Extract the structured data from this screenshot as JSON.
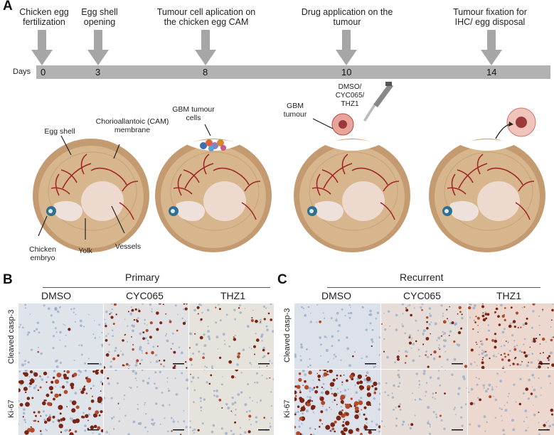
{
  "panel_a": {
    "letter": "A",
    "days_label": "Days",
    "steps": [
      {
        "label": "Chicken egg\nfertilization",
        "day": "0"
      },
      {
        "label": "Egg shell\nopening",
        "day": "3"
      },
      {
        "label": "Tumour cell aplication on\nthe chicken egg CAM",
        "day": "8"
      },
      {
        "label": "Drug application on the\ntumour",
        "day": "10"
      },
      {
        "label": "Tumour fixation for\nIHC/ egg disposal",
        "day": "14"
      }
    ],
    "egg_labels": {
      "egg_shell": "Egg shell",
      "cam": "Chorioallantoic (CAM)\nmembrane",
      "embryo": "Chicken\nembryo",
      "yolk": "Yolk",
      "vessels": "Vessels",
      "gbm_cells": "GBM tumour\ncells",
      "gbm_tumour": "GBM\ntumour",
      "drugs": "DMSO/\nCYC065/\nTHZ1"
    }
  },
  "panel_b": {
    "letter": "B",
    "group": "Primary",
    "columns": [
      "DMSO",
      "CYC065",
      "THZ1"
    ],
    "rows": [
      "Cleaved casp-3",
      "Ki-67"
    ]
  },
  "panel_c": {
    "letter": "C",
    "group": "Recurrent",
    "columns": [
      "DMSO",
      "CYC065",
      "THZ1"
    ],
    "rows": [
      "Cleaved casp-3",
      "Ki-67"
    ]
  },
  "colors": {
    "arrow": "#a6a6a6",
    "day_bar": "#b2b2b2",
    "shell": "#c9a57e",
    "shell_inner": "#d8b892",
    "vessel": "#a0282a",
    "yolk": "#f0dcd0",
    "tissue_bg": "#e3e4e6",
    "stain_brown": "#8a2e1a",
    "stain_blue": "#6f8fb8"
  }
}
